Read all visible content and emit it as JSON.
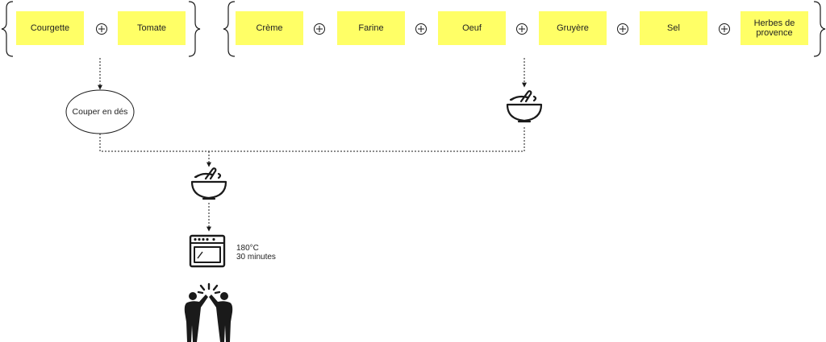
{
  "groups": [
    {
      "ingredients": [
        "Courgette",
        "Tomate"
      ]
    },
    {
      "ingredients": [
        "Crème",
        "Farine",
        "Oeuf",
        "Gruyère",
        "Sel",
        "Herbes de provence"
      ]
    }
  ],
  "cut_step": {
    "label": "Couper en dés"
  },
  "oven": {
    "line1": "180°C",
    "line2": "30 minutes"
  },
  "icons": {
    "bowl": "mixing-bowl-icon",
    "oven": "oven-icon",
    "celebrate": "high-five-icon"
  },
  "colors": {
    "sticky": "#ffff66",
    "stroke": "#1a1a1a"
  }
}
